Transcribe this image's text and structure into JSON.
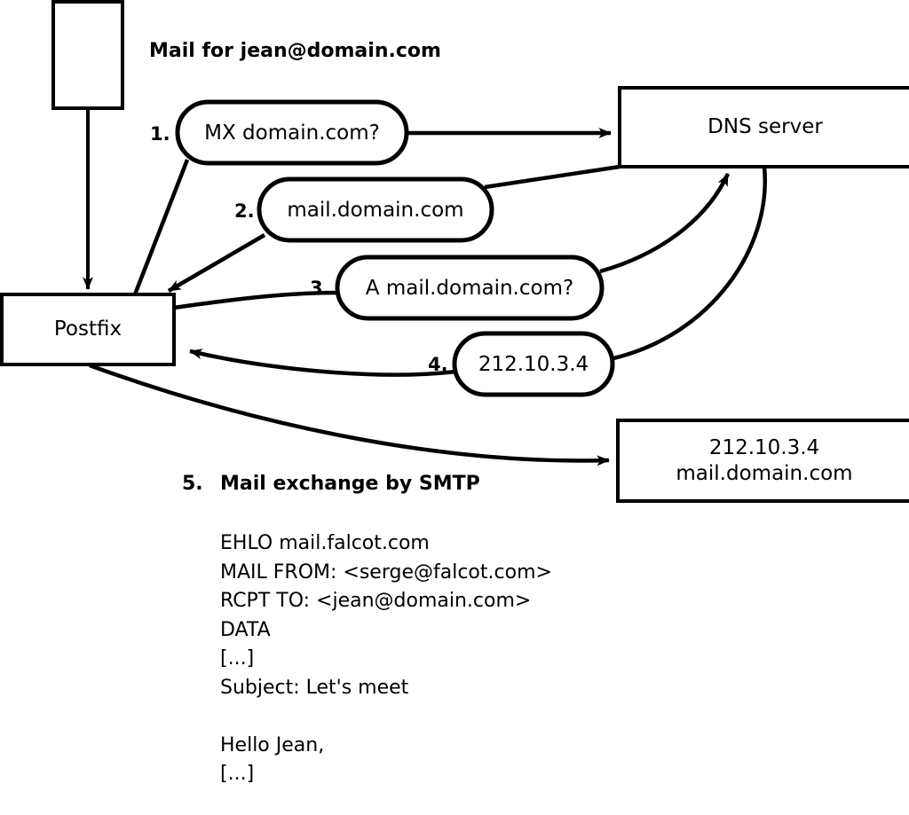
{
  "diagram": {
    "title_text": "Mail for jean@domain.com",
    "nodes": {
      "source_box": {
        "label": ""
      },
      "postfix_box": {
        "label": "Postfix"
      },
      "dns_box": {
        "label": "DNS server"
      },
      "remote_box": {
        "line1": "212.10.3.4",
        "line2": "mail.domain.com"
      }
    },
    "steps": [
      {
        "number": "1.",
        "text": "MX domain.com?"
      },
      {
        "number": "2.",
        "text": "mail.domain.com"
      },
      {
        "number": "3.",
        "text": "A mail.domain.com?"
      },
      {
        "number": "4.",
        "text": "212.10.3.4"
      }
    ],
    "step5": {
      "number": "5.",
      "text": "Mail exchange by SMTP"
    },
    "smtp_transcript": [
      "EHLO mail.falcot.com",
      "MAIL FROM: <serge@falcot.com>",
      "RCPT TO: <jean@domain.com>",
      "DATA",
      "[...]",
      "Subject: Let's meet",
      "",
      "Hello Jean,",
      "[...]",
      "",
      "."
    ],
    "colors": {
      "stroke": "#000000",
      "fill": "#ffffff",
      "text": "#000000"
    }
  }
}
